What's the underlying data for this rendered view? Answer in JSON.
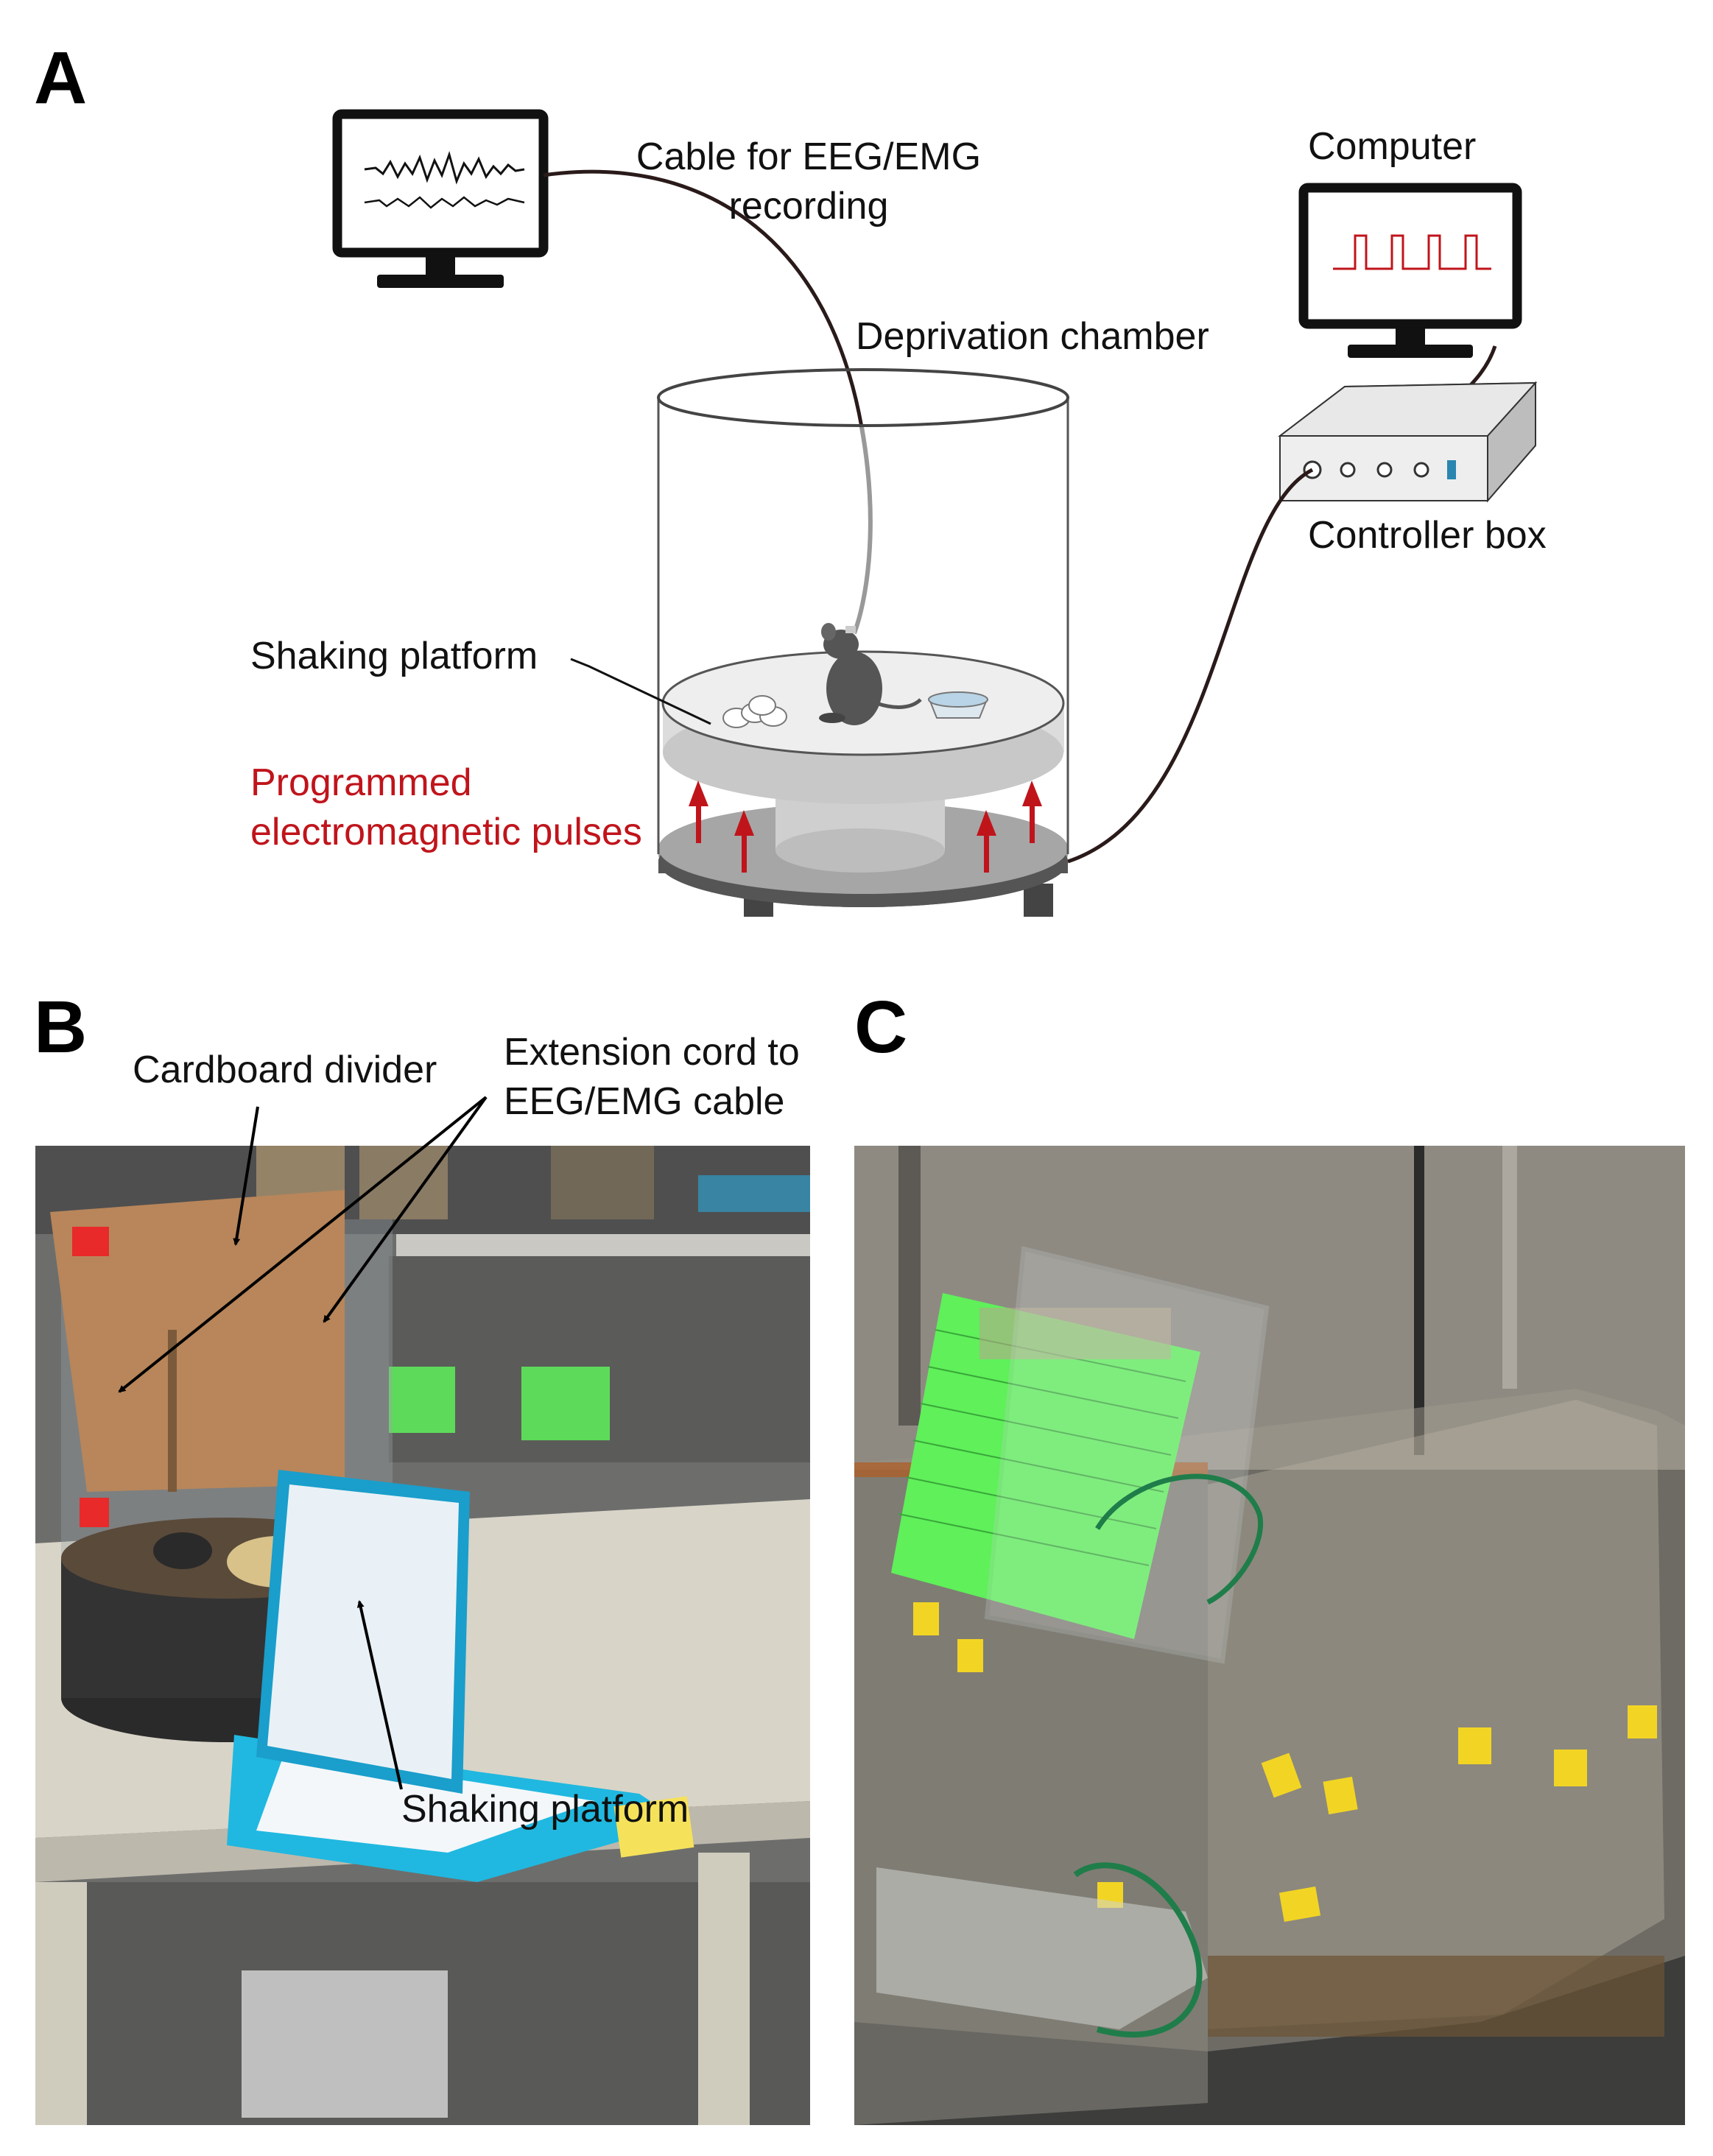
{
  "panels": {
    "a": {
      "letter": "A",
      "labels": {
        "cable": "Cable for EEG/EMG\nrecording",
        "computer": "Computer",
        "chamber": "Deprivation chamber",
        "controller": "Controller box",
        "platform": "Shaking platform",
        "pulses": "Programmed\nelectromagnetic pulses"
      }
    },
    "b": {
      "letter": "B",
      "labels": {
        "divider": "Cardboard divider",
        "extension": "Extension cord to\nEEG/EMG cable",
        "platform": "Shaking platform"
      }
    },
    "c": {
      "letter": "C"
    }
  },
  "colors": {
    "pulse_red": "#c0141b",
    "card_green": "#5ff05a",
    "laptop_cyan": "#20b8e0",
    "cardboard": "#b8865a"
  }
}
